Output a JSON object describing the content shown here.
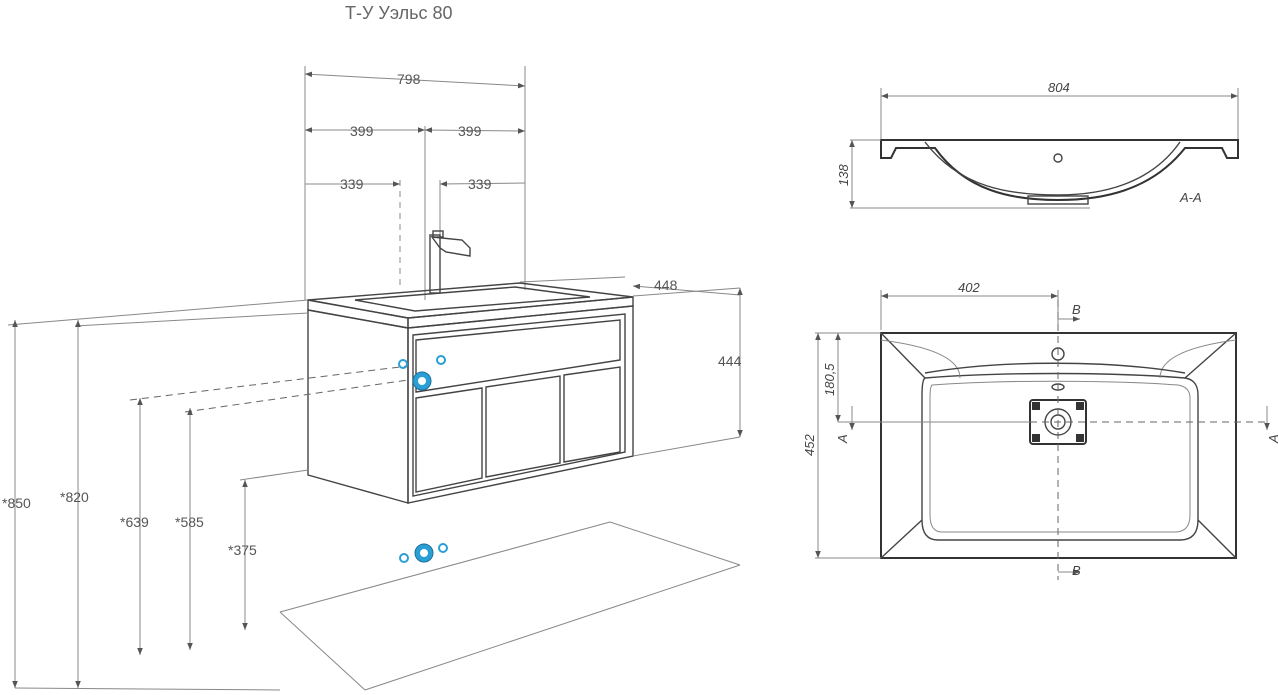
{
  "title": "Т-У Уэльс 80",
  "left_view": {
    "widths": {
      "total": "798",
      "half_left": "399",
      "half_right": "399",
      "offset_left": "339",
      "offset_right": "339"
    },
    "depth": "448",
    "height": "444",
    "heights": [
      "*850",
      "*820",
      "*639",
      "*585",
      "*375"
    ]
  },
  "section_view": {
    "width": "804",
    "height": "138",
    "section_label": "А-А"
  },
  "top_view": {
    "offset": "402",
    "depth": "452",
    "hole_offset": "180,5",
    "label_b": "В",
    "label_a": "А"
  },
  "colors": {
    "pipe": "#2a9fd6",
    "line": "#444444"
  }
}
